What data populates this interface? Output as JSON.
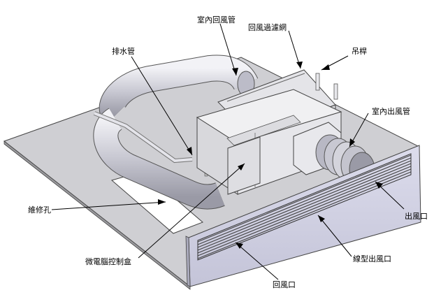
{
  "labels": {
    "indoor_return_duct": "室內回風管",
    "return_filter": "回風過濾網",
    "drain_pipe": "排水管",
    "hanger_rod": "吊桿",
    "indoor_supply_duct": "室內出風管",
    "supply_outlet": "出風口",
    "access_hole": "維修孔",
    "linear_outlet": "線型出風口",
    "micro_control_box": "微電腦控制盒",
    "return_inlet": "回風口"
  }
}
